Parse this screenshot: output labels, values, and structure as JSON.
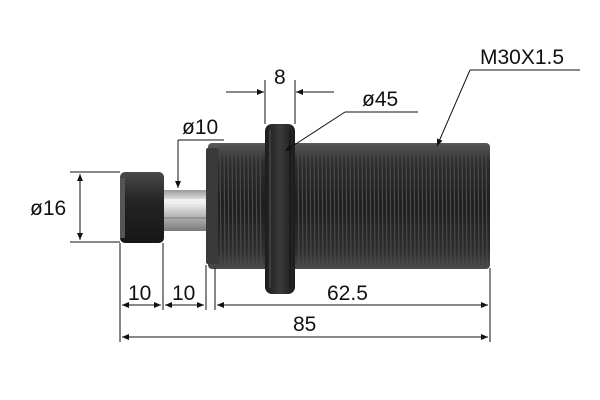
{
  "drawing": {
    "part": "shock absorber",
    "labels": {
      "thread": "M30X1.5",
      "flange_width": "8",
      "flange_diameter": "ø45",
      "rod_diameter": "ø10",
      "cap_diameter": "ø16",
      "cap_length": "10",
      "rod_length": "10",
      "body_length": "62.5",
      "overall_length": "85"
    },
    "colors": {
      "body": "#2a2a2a",
      "thread_ridge": "#4a4a4a",
      "rod": "#c8c8c8",
      "lines": "#111111",
      "background": "#ffffff"
    }
  }
}
